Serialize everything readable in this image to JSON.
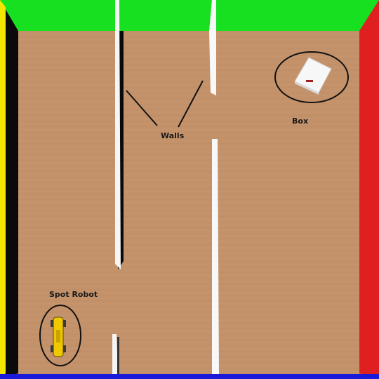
{
  "labels": {
    "walls": "Walls",
    "box": "Box",
    "spot_robot": "Spot Robot"
  },
  "colors": {
    "floor": "#c4926a",
    "wall_top": "#16e020",
    "wall_left_stripe": "#f2e600",
    "wall_left_shadow": "#0a0a0a",
    "wall_right": "#e02020",
    "wall_bottom": "#1a1ad8",
    "interior_wall": "#ffffff",
    "robot": "#f0c800"
  },
  "icons": {
    "robot": "spot-robot-icon",
    "box": "box-icon"
  }
}
